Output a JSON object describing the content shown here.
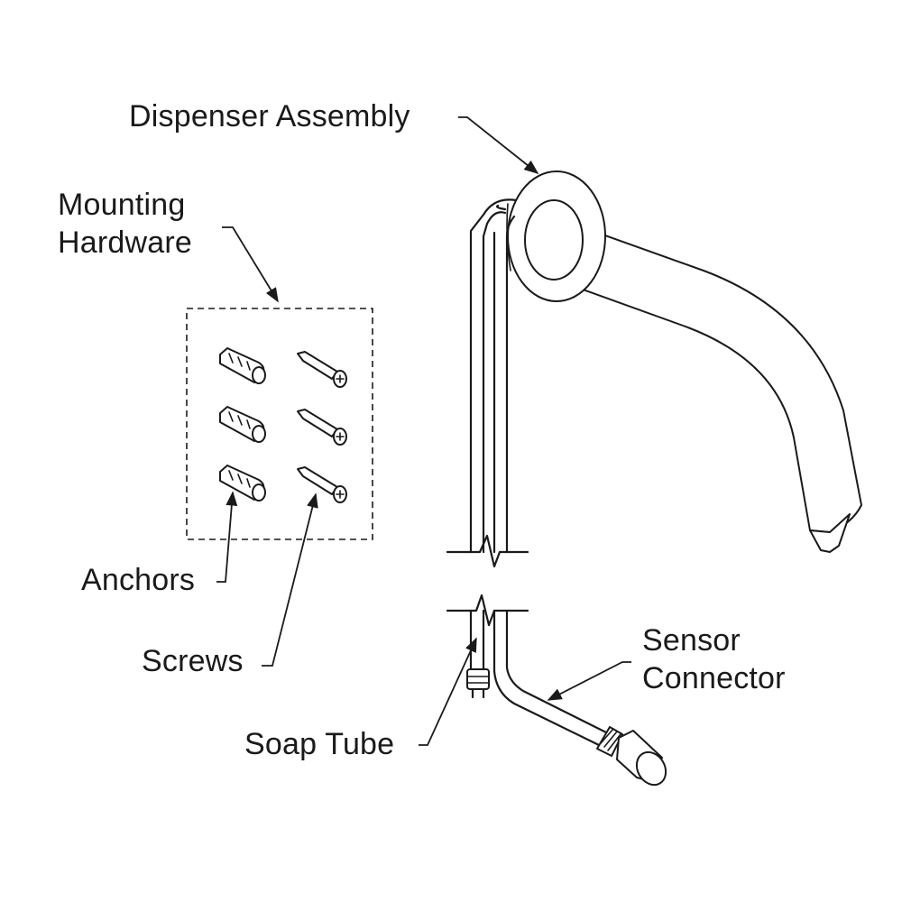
{
  "labels": {
    "dispenser_assembly": "Dispenser Assembly",
    "mounting_hardware_line1": "Mounting",
    "mounting_hardware_line2": "Hardware",
    "anchors": "Anchors",
    "screws": "Screws",
    "sensor_connector_line1": "Sensor",
    "sensor_connector_line2": "Connector",
    "soap_tube": "Soap Tube"
  },
  "hardware": {
    "anchor_count": 3,
    "screw_count": 3
  },
  "colors": {
    "line": "#1a1a1a",
    "background": "#ffffff"
  }
}
